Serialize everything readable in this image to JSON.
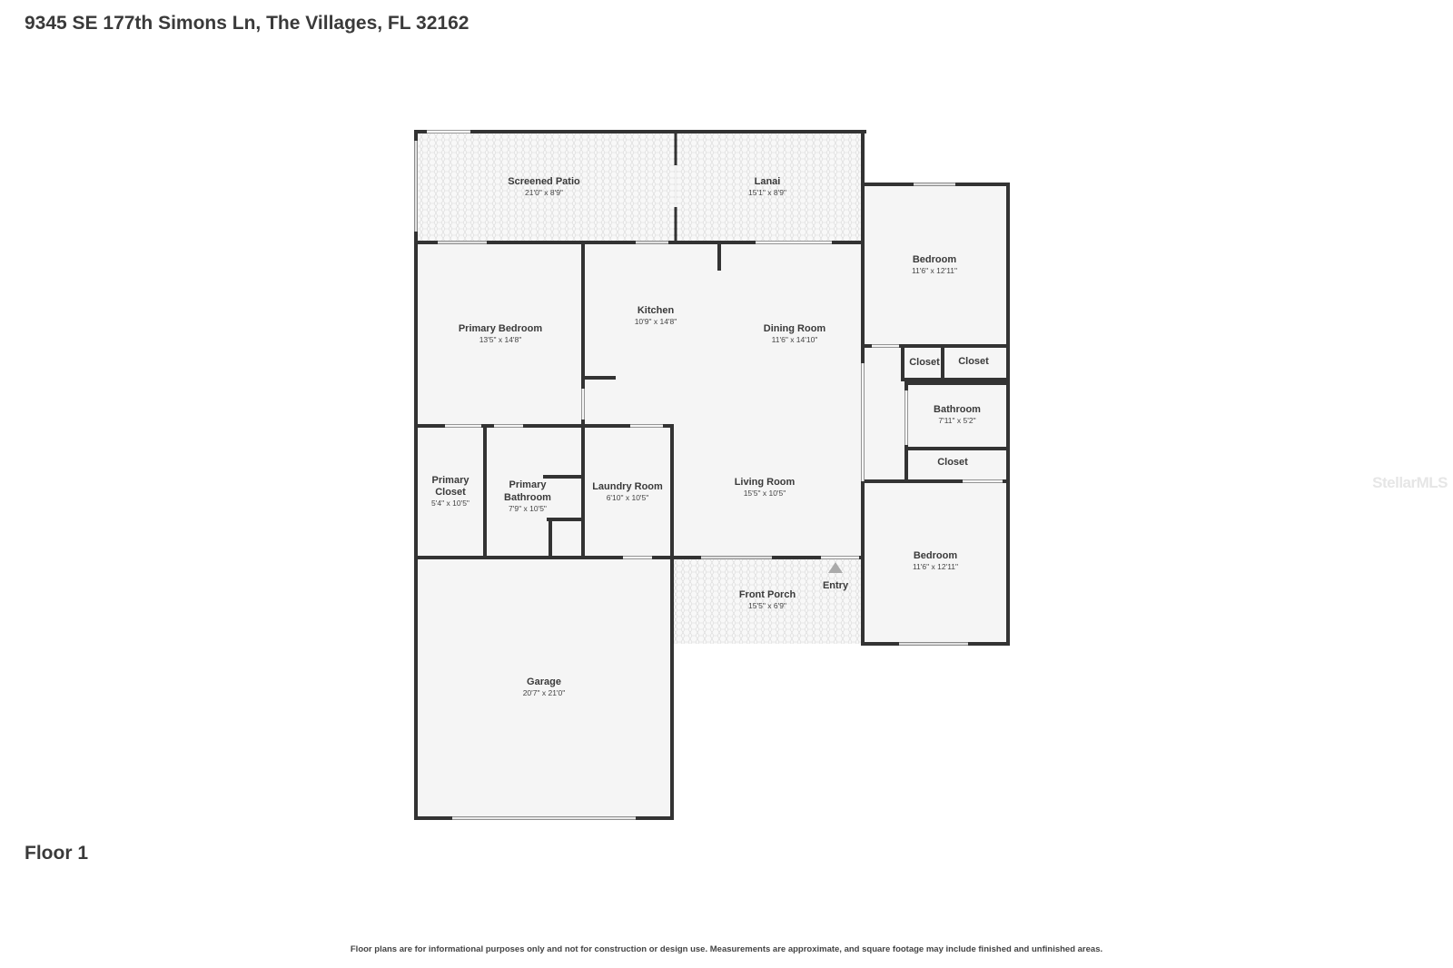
{
  "header": {
    "address": "9345 SE 177th Simons Ln, The Villages, FL 32162"
  },
  "floor": {
    "label": "Floor 1"
  },
  "footer": {
    "disclaimer": "Floor plans are for informational purposes only and not for construction or design use. Measurements are approximate, and square footage may include finished and unfinished areas."
  },
  "watermark": {
    "text": "StellarMLS"
  },
  "entry": {
    "label": "Entry",
    "icon": "triangle-up-icon"
  },
  "rooms": {
    "screened_patio": {
      "name": "Screened Patio",
      "dims": "21'0\" x 8'9\""
    },
    "lanai": {
      "name": "Lanai",
      "dims": "15'1\" x 8'9\""
    },
    "bedroom_top": {
      "name": "Bedroom",
      "dims": "11'6\" x 12'11\""
    },
    "primary_bedroom": {
      "name": "Primary Bedroom",
      "dims": "13'5\" x 14'8\""
    },
    "kitchen": {
      "name": "Kitchen",
      "dims": "10'9\" x 14'8\""
    },
    "dining_room": {
      "name": "Dining Room",
      "dims": "11'6\" x 14'10\""
    },
    "closet_1": {
      "name": "Closet"
    },
    "closet_2": {
      "name": "Closet"
    },
    "bathroom": {
      "name": "Bathroom",
      "dims": "7'11\" x 5'2\""
    },
    "closet_3": {
      "name": "Closet"
    },
    "primary_closet": {
      "name_line1": "Primary",
      "name_line2": "Closet",
      "dims": "5'4\" x 10'5\""
    },
    "primary_bathroom": {
      "name_line1": "Primary",
      "name_line2": "Bathroom",
      "dims": "7'9\" x 10'5\""
    },
    "laundry_room": {
      "name": "Laundry Room",
      "dims": "6'10\" x 10'5\""
    },
    "living_room": {
      "name": "Living Room",
      "dims": "15'5\" x 10'5\""
    },
    "bedroom_bottom": {
      "name": "Bedroom",
      "dims": "11'6\" x 12'11\""
    },
    "front_porch": {
      "name": "Front Porch",
      "dims": "15'5\" x 6'9\""
    },
    "garage": {
      "name": "Garage",
      "dims": "20'7\" x 21'0\""
    }
  },
  "colors": {
    "wall": "#333333",
    "floor": "#f5f5f5",
    "patio_pattern": "#d8d8d8",
    "window": "#cccccc"
  }
}
